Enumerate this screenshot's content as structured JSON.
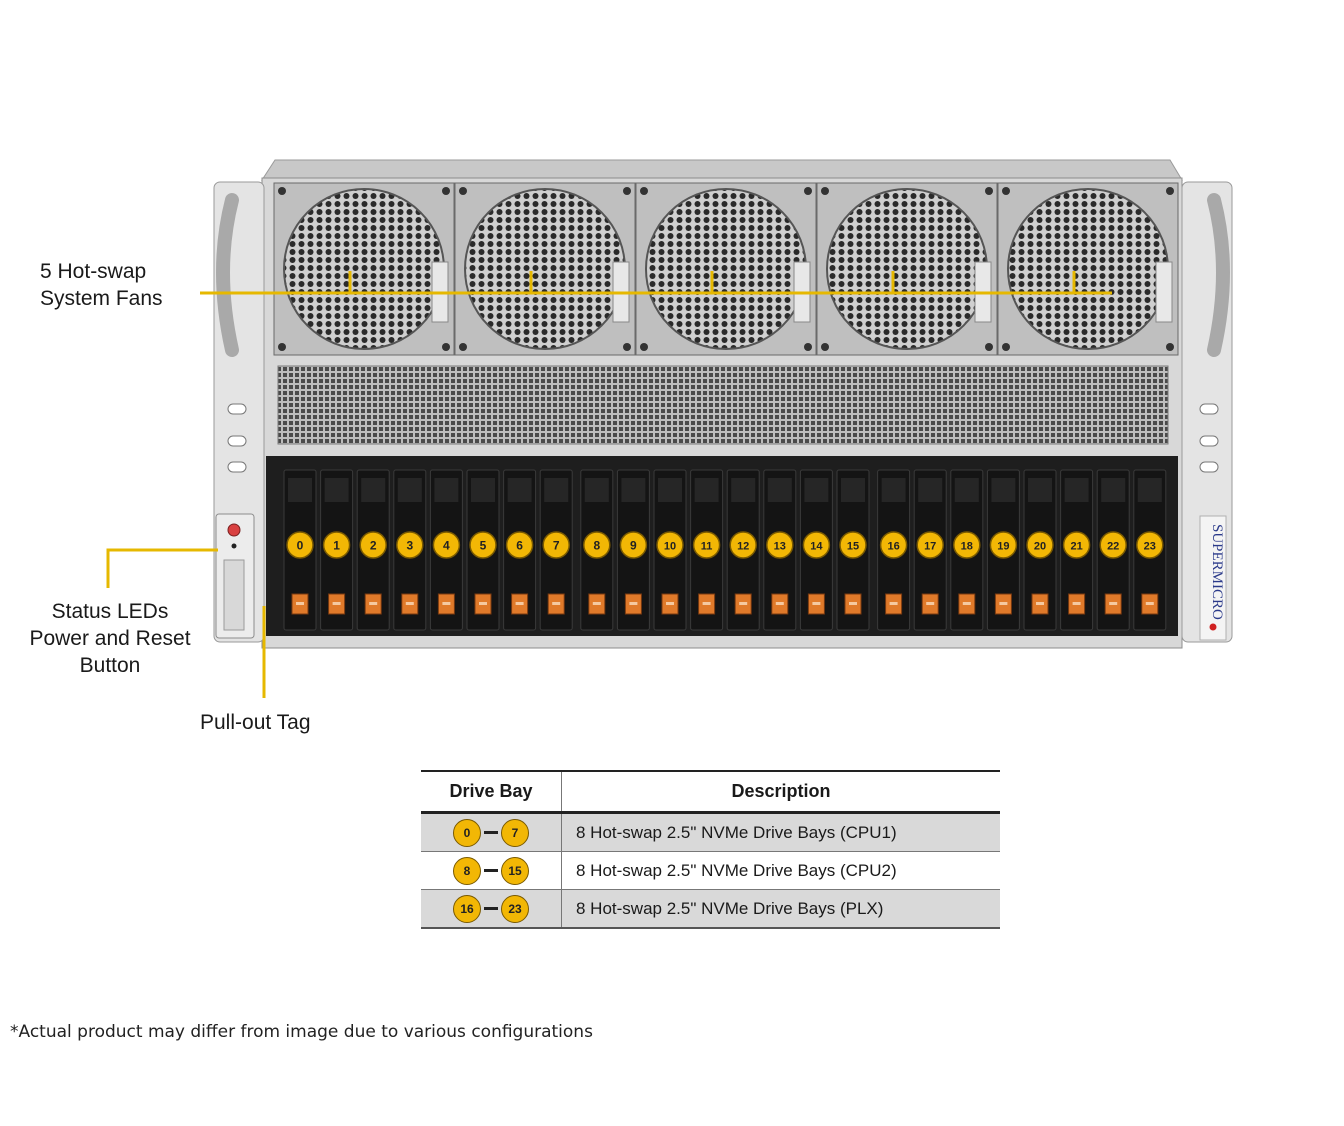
{
  "callouts": {
    "fans": [
      "5 Hot-swap",
      "System Fans"
    ],
    "status": [
      "Status LEDs",
      "Power and Reset",
      "Button"
    ],
    "pullout": "Pull-out Tag"
  },
  "chassis": {
    "fan_count": 5,
    "drive_bays": [
      "0",
      "1",
      "2",
      "3",
      "4",
      "5",
      "6",
      "7",
      "8",
      "9",
      "10",
      "11",
      "12",
      "13",
      "14",
      "15",
      "16",
      "17",
      "18",
      "19",
      "20",
      "21",
      "22",
      "23"
    ],
    "brand": "SUPERMICRO",
    "colors": {
      "badge": "#f2b705",
      "latch": "#e07a2a",
      "callout_line": "#e6b800",
      "bay": "#141414"
    }
  },
  "legend": {
    "headers": [
      "Drive Bay",
      "Description"
    ],
    "rows": [
      {
        "from": "0",
        "to": "7",
        "description": "8 Hot-swap 2.5\" NVMe Drive Bays (CPU1)"
      },
      {
        "from": "8",
        "to": "15",
        "description": "8 Hot-swap 2.5\" NVMe Drive Bays (CPU2)"
      },
      {
        "from": "16",
        "to": "23",
        "description": "8 Hot-swap 2.5\" NVMe Drive Bays (PLX)"
      }
    ]
  },
  "footnote": "*Actual product may differ from image due to various configurations"
}
